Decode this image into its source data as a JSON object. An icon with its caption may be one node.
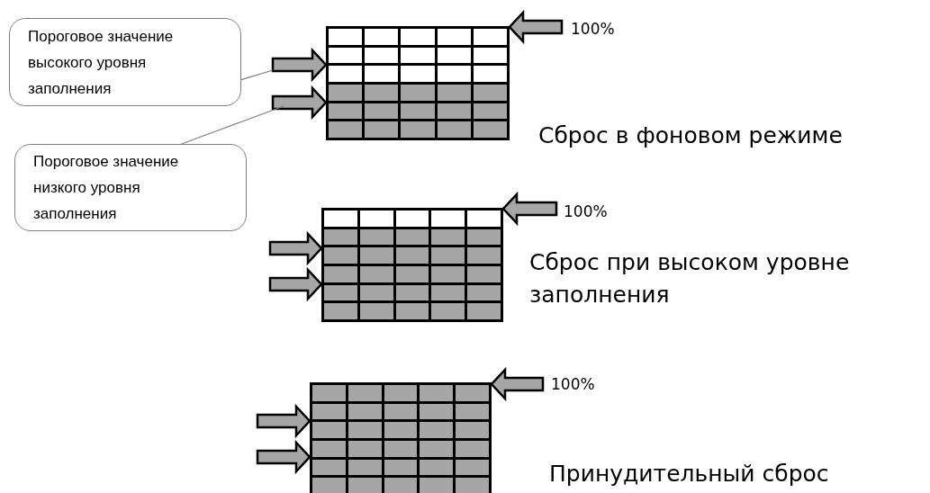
{
  "diagram": {
    "nodes": [
      {
        "text": [
          "Пороговое значение высокого уровня заполнения"
        ]
      },
      {
        "text": [
          "Пороговое значение низкого уровня заполнения"
        ]
      },
      {
        "text": [],
        "shape": "grid",
        "beside": [
          "Сброс в фоновом режиме"
        ]
      },
      {
        "text": [],
        "shape": "grid",
        "beside": [
          "Сброс при высоком уровне заполнения"
        ]
      },
      {
        "text": [],
        "shape": "grid",
        "beside": [
          "Принудительный сброс"
        ]
      }
    ],
    "labels": [
      "100%",
      "100%",
      "100%"
    ],
    "edges": [
      {
        "from": null,
        "to": 2,
        "arrow": "to"
      },
      {
        "from": null,
        "to": 2,
        "arrow": "to"
      },
      {
        "from": null,
        "to": 2,
        "arrow": "to"
      },
      {
        "from": null,
        "to": 3,
        "arrow": "to"
      },
      {
        "from": null,
        "to": 3,
        "arrow": "to"
      },
      {
        "from": null,
        "to": 3,
        "arrow": "to"
      },
      {
        "from": null,
        "to": 4,
        "arrow": "to"
      },
      {
        "from": null,
        "to": 4,
        "arrow": "to"
      },
      {
        "from": null,
        "to": 4,
        "arrow": "to"
      },
      {
        "from": 0,
        "to": null,
        "arrow": "none"
      },
      {
        "from": 1,
        "to": null,
        "arrow": "none"
      }
    ]
  }
}
